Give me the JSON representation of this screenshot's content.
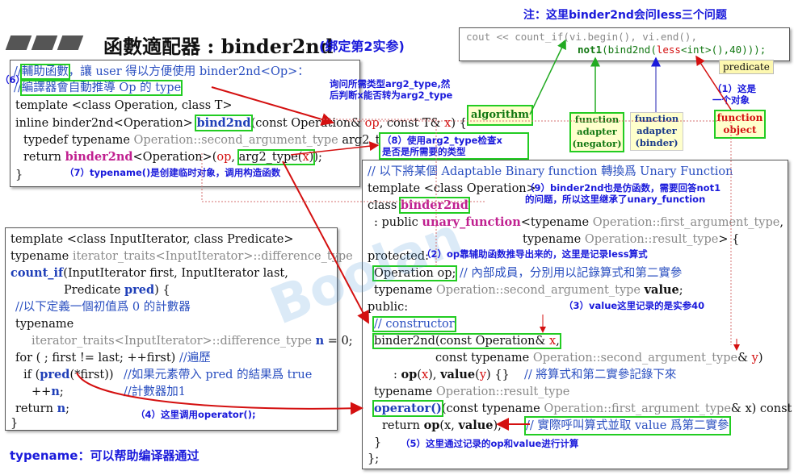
{
  "title": {
    "main": "函數適配器 : binder2nd",
    "sub": "(绑定第2实参)",
    "note_top": "注：这里binder2nd会问less三个问题"
  },
  "top_code": {
    "line": "cout << count_if(vi.begin(), vi.end(),",
    "line2_a": "not1",
    "line2_b": "(bind2nd(",
    "line2_c": "less",
    "line2_d": "<int>(),40)));"
  },
  "labels": {
    "predicate": "predicate",
    "algorithm": "algorithm",
    "adapter_negator": "function\nadapter\n(negator)",
    "adapter_binder": "function\nadapter\n(binder)",
    "function_object": "function\nobject",
    "note1": "（1）这是\n一个对象"
  },
  "helper_box": {
    "l1_cm_a": "//",
    "l1_hl": "輔助函數",
    "l1_rest": "，讓 user 得以方便使用 binder2nd<Op>：",
    "l2_cm": "//",
    "l2_hl": "編譯器會自動推導 Op 的 type",
    "l3": "template <class Operation, class T>",
    "l4_a": "inline binder2nd<Operation> ",
    "l4_fn": "bind2nd",
    "l4_b": "(const Operation& ",
    "l4_op": "op",
    "l4_c": ", const T& ",
    "l4_x": "x",
    "l4_d": ") {",
    "l5_a": "typedef typename ",
    "l5_gray": "Operation::second_argument_type",
    "l5_b": " arg2_type;",
    "l6_a": "return ",
    "l6_fn": "binder2nd",
    "l6_b": "<Operation>(",
    "l6_op": "op",
    "l6_c": ", ",
    "l6_hl_a": "arg2_type(",
    "l6_hl_x": "x",
    "l6_hl_b": ")",
    "l6_d": ");",
    "l7": "}"
  },
  "notes": {
    "n6": "（6）",
    "n_arg2": "询问所需类型arg2_type,然\n后判断x能否转为arg2_type",
    "n8": "（8）使用arg2_type检查x\n是否是所需要的类型",
    "n7": "（7）typename()是创建临时对象，调用构造函数",
    "n9": "（9）binder2nd也是仿函数，需要回答not1\n的问题，所以这里继承了unary_function",
    "n2": "（2）op靠辅助函数推导出来的，这里是记录less算式",
    "n3": "（3）value这里记录的是实参40",
    "n4": "（4）这里调用operator();",
    "n5": "（5）这里通过记录的op和value进行计算",
    "bottom": "typename：可以帮助编译器通过"
  },
  "countif_box": {
    "l1": "template <class InputIterator, class Predicate>",
    "l2_a": "typename ",
    "l2_gray": "iterator_traits<InputIterator>::difference_type",
    "l3_fn": "count_if",
    "l3_b": "(InputIterator first, InputIterator last,",
    "l4_a": "Predicate ",
    "l4_pred": "pred",
    "l4_b": ") {",
    "l5": "//以下定義一個初值爲 0 的計數器",
    "l6": "typename",
    "l7_gray": "iterator_traits<InputIterator>::difference_type ",
    "l7_n": "n",
    "l7_b": " = 0;",
    "l8_a": "for ( ; first != last; ++first)  ",
    "l8_cm": "//遍歷",
    "l9_a": "if (",
    "l9_pred": "pred",
    "l9_b": "(*first))",
    "l9_cm": "//如果元素帶入 pred 的結果爲 true",
    "l10_a": "++",
    "l10_n": "n",
    "l10_b": ";",
    "l10_cm": "//計數器加1",
    "l11_a": "return ",
    "l11_n": "n",
    "l11_b": ";",
    "l12": "}"
  },
  "binder_box": {
    "l1": "// 以下將某個 Adaptable Binary function 轉換爲 Unary Function",
    "l2": "template <class Operation>",
    "l3_a": "class ",
    "l3_hl": "binder2nd",
    "l4_a": ": public ",
    "l4_fn": "unary_function",
    "l4_b": "<typename ",
    "l4_gray": "Operation::first_argument_type",
    "l4_c": ",",
    "l5_a": "typename ",
    "l5_gray": "Operation::result_type",
    "l5_b": "> {",
    "l6": "protected:",
    "l7_hl": "Operation op;",
    "l7_cm": "  // 內部成員，分別用以記錄算式和第二實參",
    "l8_a": "typename ",
    "l8_gray": "Operation::second_argument_type ",
    "l8_v": "value",
    "l8_b": ";",
    "l9": "public:",
    "l10_hl": "// constructor",
    "l11_hl": "binder2nd(const Operation& ",
    "l11_x": "x",
    "l11_b": ",",
    "l12_a": "const typename ",
    "l12_gray": "Operation::second_argument_type",
    "l12_b": "& ",
    "l12_y": "y",
    "l12_c": ")",
    "l13_a": ": ",
    "l13_op": "op",
    "l13_b": "(",
    "l13_x": "x",
    "l13_c": "), ",
    "l13_v": "value",
    "l13_d": "(",
    "l13_y": "y",
    "l13_e": ") {}",
    "l13_cm": "// 將算式和第二實參記錄下來",
    "l14_a": "typename ",
    "l14_gray": "Operation::result_type",
    "l15_hl": "operator()",
    "l15_a": "(const typename ",
    "l15_gray": "Operation::first_argument_type",
    "l15_b": "& x) const {",
    "l16_a": "return ",
    "l16_op": "op",
    "l16_b": "(x, ",
    "l16_v": "value",
    "l16_c": ");",
    "l16_cm": "// 實際呼叫算式並取 value 爲第二實參",
    "l17": "}",
    "l18": "};"
  },
  "watermark": "Boolan"
}
